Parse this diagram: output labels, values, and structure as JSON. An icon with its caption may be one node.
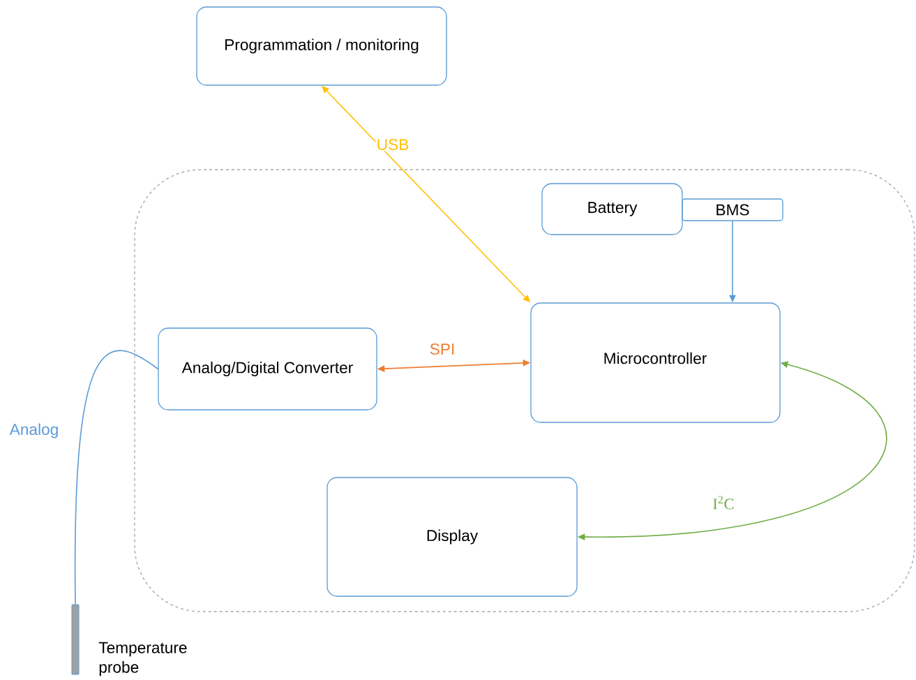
{
  "diagram": {
    "nodes": [
      {
        "text": [
          "Programmation / monitoring"
        ]
      },
      {
        "text": [],
        "shape": "box"
      },
      {
        "text": [
          "Battery"
        ],
        "in": 1
      },
      {
        "text": [
          "BMS"
        ],
        "in": 1
      },
      {
        "text": [
          "Analog/Digital Converter"
        ],
        "in": 1
      },
      {
        "text": [
          "Microcontroller"
        ],
        "in": 1
      },
      {
        "text": [
          "Display"
        ],
        "in": 1
      },
      {
        "text": [],
        "shape": "bar",
        "beside": [
          "Temperature probe"
        ]
      }
    ],
    "edges": [
      {
        "from": 0,
        "to": 5,
        "arrow": "both",
        "label": "USB",
        "color": "#ffc000"
      },
      {
        "from": 4,
        "to": 5,
        "arrow": "both",
        "label": "SPI",
        "color": "#ed7d31"
      },
      {
        "from": 3,
        "to": 5,
        "arrow": "to"
      },
      {
        "from": 5,
        "to": 6,
        "arrow": "both",
        "label": "I$^{2}$C",
        "color": "#70ad47"
      },
      {
        "from": 4,
        "to": 7,
        "arrow": "none",
        "label": "Analog"
      }
    ]
  }
}
